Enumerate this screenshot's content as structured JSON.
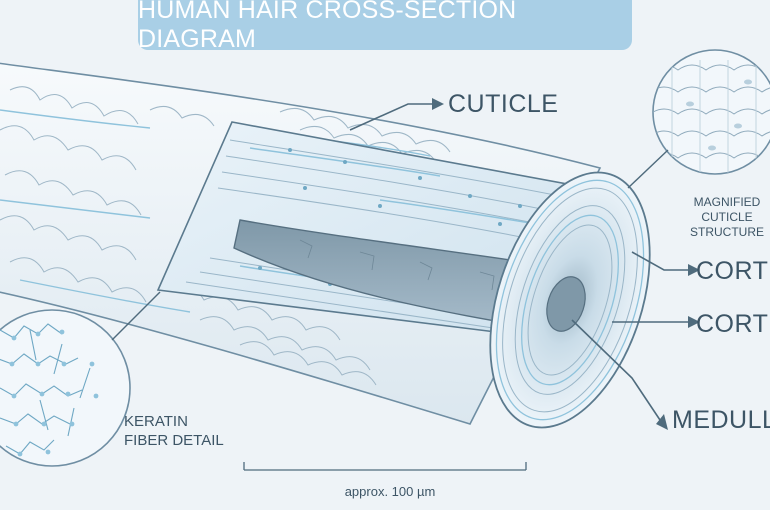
{
  "title": "HUMAN HAIR CROSS-SECTION DIAGRAM",
  "labels": {
    "cuticle": "CUTICLE",
    "cortex_1": "CORTEX",
    "cortex_2": "CORTEX",
    "medulla": "MEDULLA",
    "magnified": [
      "MAGNIFIED",
      "CUTICLE",
      "STRUCTURE"
    ],
    "keratin": [
      "KERATIN",
      "FIBER DETAIL"
    ]
  },
  "scale": "approx. 100 µm",
  "colors": {
    "background": "#eef3f7",
    "banner": "#a9cfe6",
    "label": "#3d5566",
    "cuticle_fill": "#f4f8fb",
    "cortex_fill": "#dcebf4",
    "medulla_fill": "#8fa9b9",
    "accent": "#8fc3dc"
  }
}
